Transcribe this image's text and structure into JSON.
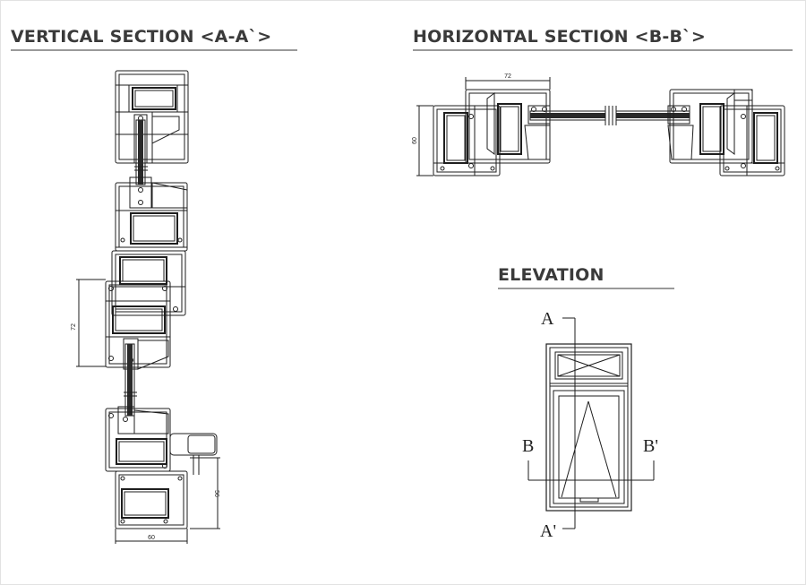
{
  "titles": {
    "vertical": "VERTICAL SECTION <A-A`>",
    "horizontal": "HORIZONTAL SECTION <B-B`>",
    "elevation": "ELEVATION"
  },
  "dimensions": {
    "vert_sash_depth": "72",
    "vert_frame_height": "56",
    "vert_frame_width": "60",
    "horz_sash_width": "72",
    "horz_frame_height": "60"
  },
  "elevation_labels": {
    "a_top": "A",
    "a_bottom": "A'",
    "b_left": "B",
    "b_right": "B'"
  },
  "colors": {
    "line": "#1e1e1e",
    "heading": "#3a3a3a",
    "rule": "#9a9a9a",
    "glass": "#2a2a2a"
  }
}
